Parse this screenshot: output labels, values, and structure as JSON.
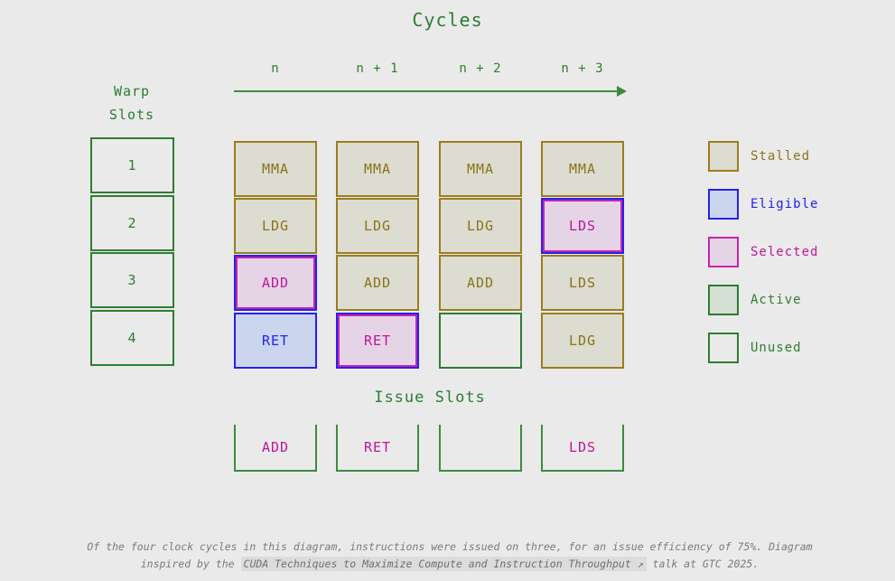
{
  "title": "Cycles",
  "axis": {
    "cycle_labels": [
      "n",
      "n + 1",
      "n + 2",
      "n + 3"
    ],
    "arrow_icon": "arrow-right-icon"
  },
  "warp_slots": {
    "heading_line1": "Warp",
    "heading_line2": "Slots",
    "slot_numbers": [
      "1",
      "2",
      "3",
      "4"
    ]
  },
  "grid": {
    "columns": [
      {
        "cycle": "n",
        "cells": [
          {
            "label": "MMA",
            "state": "stalled"
          },
          {
            "label": "LDG",
            "state": "stalled"
          },
          {
            "label": "ADD",
            "state": "selected"
          },
          {
            "label": "RET",
            "state": "eligible"
          }
        ]
      },
      {
        "cycle": "n + 1",
        "cells": [
          {
            "label": "MMA",
            "state": "stalled"
          },
          {
            "label": "LDG",
            "state": "stalled"
          },
          {
            "label": "ADD",
            "state": "stalled"
          },
          {
            "label": "RET",
            "state": "selected"
          }
        ]
      },
      {
        "cycle": "n + 2",
        "cells": [
          {
            "label": "MMA",
            "state": "stalled"
          },
          {
            "label": "LDG",
            "state": "stalled"
          },
          {
            "label": "ADD",
            "state": "stalled"
          },
          {
            "label": "",
            "state": "unused"
          }
        ]
      },
      {
        "cycle": "n + 3",
        "cells": [
          {
            "label": "MMA",
            "state": "stalled"
          },
          {
            "label": "LDS",
            "state": "selected"
          },
          {
            "label": "LDS",
            "state": "stalled"
          },
          {
            "label": "LDG",
            "state": "stalled"
          }
        ]
      }
    ]
  },
  "issue_slots": {
    "heading": "Issue Slots",
    "values": [
      "ADD",
      "RET",
      "",
      "LDS"
    ]
  },
  "legend": {
    "items": [
      {
        "label": "Stalled",
        "state": "stalled",
        "fill": "#dcdcd0",
        "stroke": "#9a7d1e"
      },
      {
        "label": "Eligible",
        "state": "eligible",
        "fill": "#ccd5ee",
        "stroke": "#2222ee"
      },
      {
        "label": "Selected",
        "state": "selected",
        "fill": "#e5d4e6",
        "stroke": "#cc22aa"
      },
      {
        "label": "Active",
        "state": "active",
        "fill": "#d3e0d3",
        "stroke": "#2e7d32"
      },
      {
        "label": "Unused",
        "state": "unused",
        "fill": "transparent",
        "stroke": "#2e7d32"
      }
    ]
  },
  "footer": {
    "text_before": "Of the four clock cycles in this diagram, instructions were issued on three, for an issue efficiency of 75%. Diagram inspired by the ",
    "link_text": "CUDA Techniques to Maximize Compute and Instruction Throughput ↗",
    "text_after": " talk at GTC 2025."
  }
}
